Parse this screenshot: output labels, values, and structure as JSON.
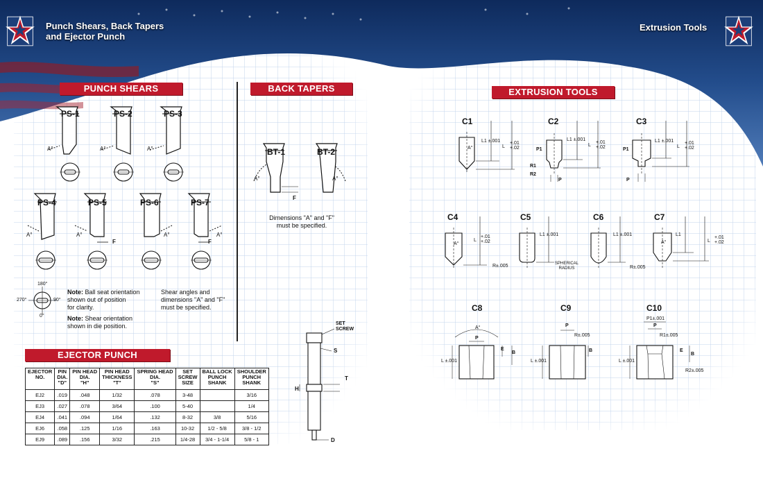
{
  "header": {
    "left_title_line1": "Punch Shears, Back Tapers",
    "left_title_line2": "and Ejector Punch",
    "right_title": "Extrusion Tools"
  },
  "colors": {
    "accent_red": "#c01a2c",
    "banner_blue": "#1d3f7a",
    "grid_blue": "#b9cde8"
  },
  "sections": {
    "punch_shears": "PUNCH SHEARS",
    "back_tapers": "BACK TAPERS",
    "ejector_punch": "EJECTOR PUNCH",
    "extrusion_tools": "EXTRUSION TOOLS"
  },
  "punch_shears": {
    "items": [
      "PS-1",
      "PS-2",
      "PS-3",
      "PS-4",
      "PS-5",
      "PS-6",
      "PS-7"
    ],
    "angle_label": "A°",
    "f_label": "F",
    "orientation": {
      "top": "180°",
      "left": "270°",
      "right": "90°",
      "bottom": "0°"
    },
    "note1_bold": "Note:",
    "note1_text_l1": " Ball seat orientation",
    "note1_text_l2": "shown out of position",
    "note1_text_l3": "for clarity.",
    "note2_bold": "Note:",
    "note2_text_l1": " Shear orientation",
    "note2_text_l2": "shown in die position.",
    "note3_l1": "Shear angles and",
    "note3_l2": "dimensions \"A\" and \"F\"",
    "note3_l3": "must be specified."
  },
  "back_tapers": {
    "items": [
      "BT-1",
      "BT-2"
    ],
    "angle_label": "A°",
    "f_label": "F",
    "note_l1": "Dimensions \"A\" and \"F\"",
    "note_l2": "must be specified."
  },
  "ejector_punch": {
    "diagram": {
      "set_screw_l1": "SET",
      "set_screw_l2": "SCREW",
      "s": "S",
      "h": "H",
      "t": "T",
      "d": "D"
    },
    "columns": [
      [
        "EJECTOR",
        "NO."
      ],
      [
        "PIN",
        "DIA.",
        "\"D\""
      ],
      [
        "PIN HEAD",
        "DIA.",
        "\"H\""
      ],
      [
        "PIN HEAD",
        "THICKNESS",
        "\"T\""
      ],
      [
        "SPRING HEAD",
        "DIA.",
        "\"S\""
      ],
      [
        "SET",
        "SCREW",
        "SIZE"
      ],
      [
        "BALL LOCK",
        "PUNCH",
        "SHANK"
      ],
      [
        "SHOULDER",
        "PUNCH",
        "SHANK"
      ]
    ],
    "rows": [
      [
        "EJ2",
        ".019",
        ".048",
        "1/32",
        ".078",
        "3-48",
        "",
        "3/16"
      ],
      [
        "EJ3",
        ".027",
        ".078",
        "3/64",
        ".100",
        "5-40",
        "",
        "1/4"
      ],
      [
        "EJ4",
        ".041",
        ".094",
        "1/64",
        ".132",
        "8-32",
        "3/8",
        "5/16"
      ],
      [
        "EJ6",
        ".058",
        ".125",
        "1/16",
        ".163",
        "10-32",
        "1/2 - 5/8",
        "3/8 - 1/2"
      ],
      [
        "EJ9",
        ".089",
        ".156",
        "3/32",
        ".215",
        "1/4-28",
        "3/4 - 1-1/4",
        "5/8 - 1"
      ]
    ]
  },
  "extrusion_tools": {
    "c1": {
      "name": "C1",
      "l1": "L1 ±.001",
      "l": "L",
      "tol1": "+.01",
      "tol2": "+.02",
      "a": "A°"
    },
    "c2": {
      "name": "C2",
      "l1": "L1 ±.001",
      "l": "L",
      "tol1": "+.01",
      "tol2": "+.02",
      "p1": "P1",
      "r1": "R1",
      "r2": "R2",
      "p": "P"
    },
    "c3": {
      "name": "C3",
      "l1": "L1 ±.001",
      "l": "L",
      "tol1": "+.01",
      "tol2": "+.02",
      "p1": "P1",
      "p": "P"
    },
    "c4": {
      "name": "C4",
      "l": "L",
      "tol1": "+.01",
      "tol2": "+.02",
      "a": "A°"
    },
    "c5": {
      "name": "C5",
      "l1": "L1 ±.001",
      "r": "R±.005"
    },
    "c6": {
      "name": "C6",
      "l1": "L1 ±.001",
      "sph1": "SPHERICAL",
      "sph2": "RADIUS"
    },
    "c7": {
      "name": "C7",
      "l1": "L1",
      "l": "L",
      "tol1": "+.01",
      "tol2": "+.02",
      "a": "A°",
      "r": "R±.005"
    },
    "c8": {
      "name": "C8",
      "a": "A°",
      "p": "P",
      "e": "E",
      "b": "B",
      "l": "L ±.001"
    },
    "c9": {
      "name": "C9",
      "p": "P",
      "r": "R±.005",
      "b": "B",
      "l": "L ±.001"
    },
    "c10": {
      "name": "C10",
      "p1": "P1±.001",
      "p": "P",
      "r1": "R1±.005",
      "e": "E",
      "b": "B",
      "r2": "R2±.005",
      "l": "L ±.001"
    }
  }
}
